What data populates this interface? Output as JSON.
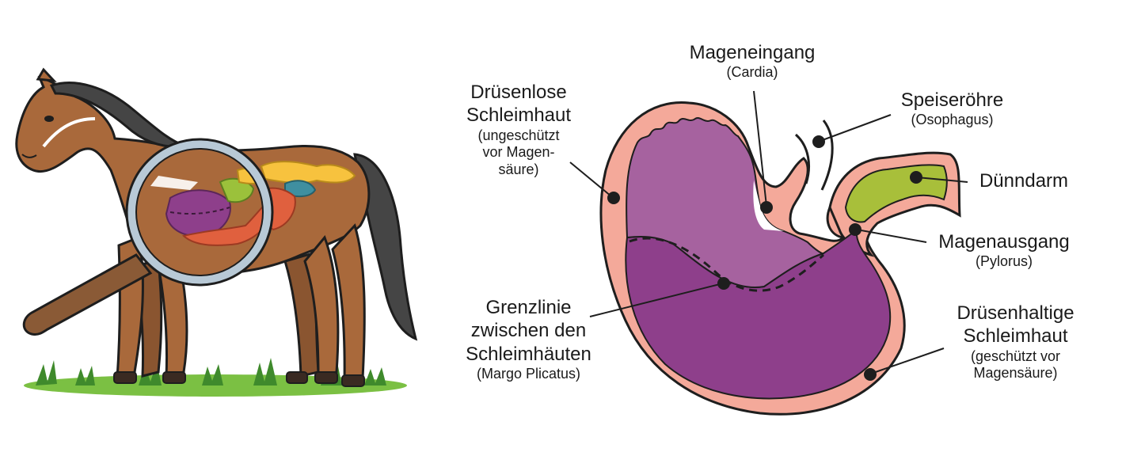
{
  "colors": {
    "mucosa_outer": "#f4a99a",
    "nonglandular": "#a6629f",
    "glandular": "#8e3f8b",
    "intestine": "#a8bf3a",
    "horse_coat": "#a9693b",
    "mane": "#454545",
    "grass": "#7bc043",
    "magnifier_rim": "#b8c9d6",
    "magnifier_handle": "#8a5a36"
  },
  "icons": {
    "illustration": "horse-with-magnifier-icon"
  },
  "labels": {
    "mageneingang": {
      "main": "Mageneingang",
      "sub": "(Cardia)"
    },
    "druesenlose": {
      "main_lines": [
        "Drüsenlose",
        "Schleimhaut"
      ],
      "sub_lines": [
        "(ungeschützt",
        "vor Magen-",
        "säure)"
      ]
    },
    "speiseroehre": {
      "main": "Speiseröhre",
      "sub": "(Osophagus)"
    },
    "duenndarm": {
      "main": "Dünndarm"
    },
    "magenausgang": {
      "main": "Magenausgang",
      "sub": "(Pylorus)"
    },
    "grenzlinie": {
      "main_lines": [
        "Grenzlinie",
        "zwischen den",
        "Schleimhäuten"
      ],
      "sub_lines": [
        "(Margo Plicatus)"
      ]
    },
    "druesenhaltige": {
      "main_lines": [
        "Drüsenhaltige",
        "Schleimhaut"
      ],
      "sub_lines": [
        "(geschützt vor",
        "Magensäure)"
      ]
    }
  }
}
